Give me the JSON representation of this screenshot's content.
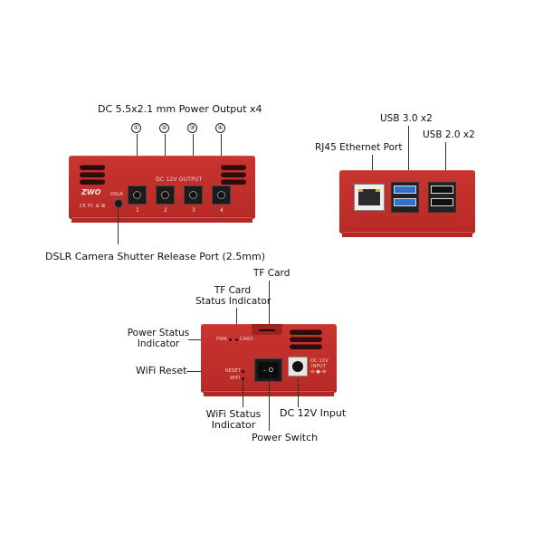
{
  "product_colors": {
    "case_red": "#c1302b",
    "usb3_blue": "#2f6fd0",
    "background": "#ffffff"
  },
  "front_panel": {
    "title": "DC 5.5x2.1 mm Power Output x4",
    "port_markers": [
      "①",
      "②",
      "③",
      "④"
    ],
    "output_label": "DC 12V OUTPUT",
    "port_numbers": [
      "1",
      "2",
      "3",
      "4"
    ],
    "logo": "ZWO",
    "dslr_label": "DSLR",
    "cert_marks": "CE FC ♻ ⊠",
    "dslr_callout": "DSLR Camera Shutter Release Port (2.5mm)"
  },
  "side_panel": {
    "rj45_callout": "RJ45 Ethernet Port",
    "usb3_callout": "USB 3.0 x2",
    "usb2_callout": "USB 2.0 x2"
  },
  "back_panel": {
    "tf_card_callout": "TF Card",
    "tf_status_callout_line1": "TF Card",
    "tf_status_callout_line2": "Status Indicator",
    "power_status_callout_line1": "Power Status",
    "power_status_callout_line2": "Indicator",
    "wifi_reset_callout": "WiFi Reset",
    "wifi_status_callout_line1": "WiFi Status",
    "wifi_status_callout_line2": "Indicator",
    "power_switch_callout": "Power Switch",
    "dc_input_callout": "DC 12V Input",
    "pwr_label": "PWR",
    "card_label": "CARD",
    "reset_label": "RESET",
    "wifi_label": "WIFI",
    "dc_input_print_line1": "DC 12V",
    "dc_input_print_line2": "INPUT",
    "switch_glyphs": "– O"
  }
}
